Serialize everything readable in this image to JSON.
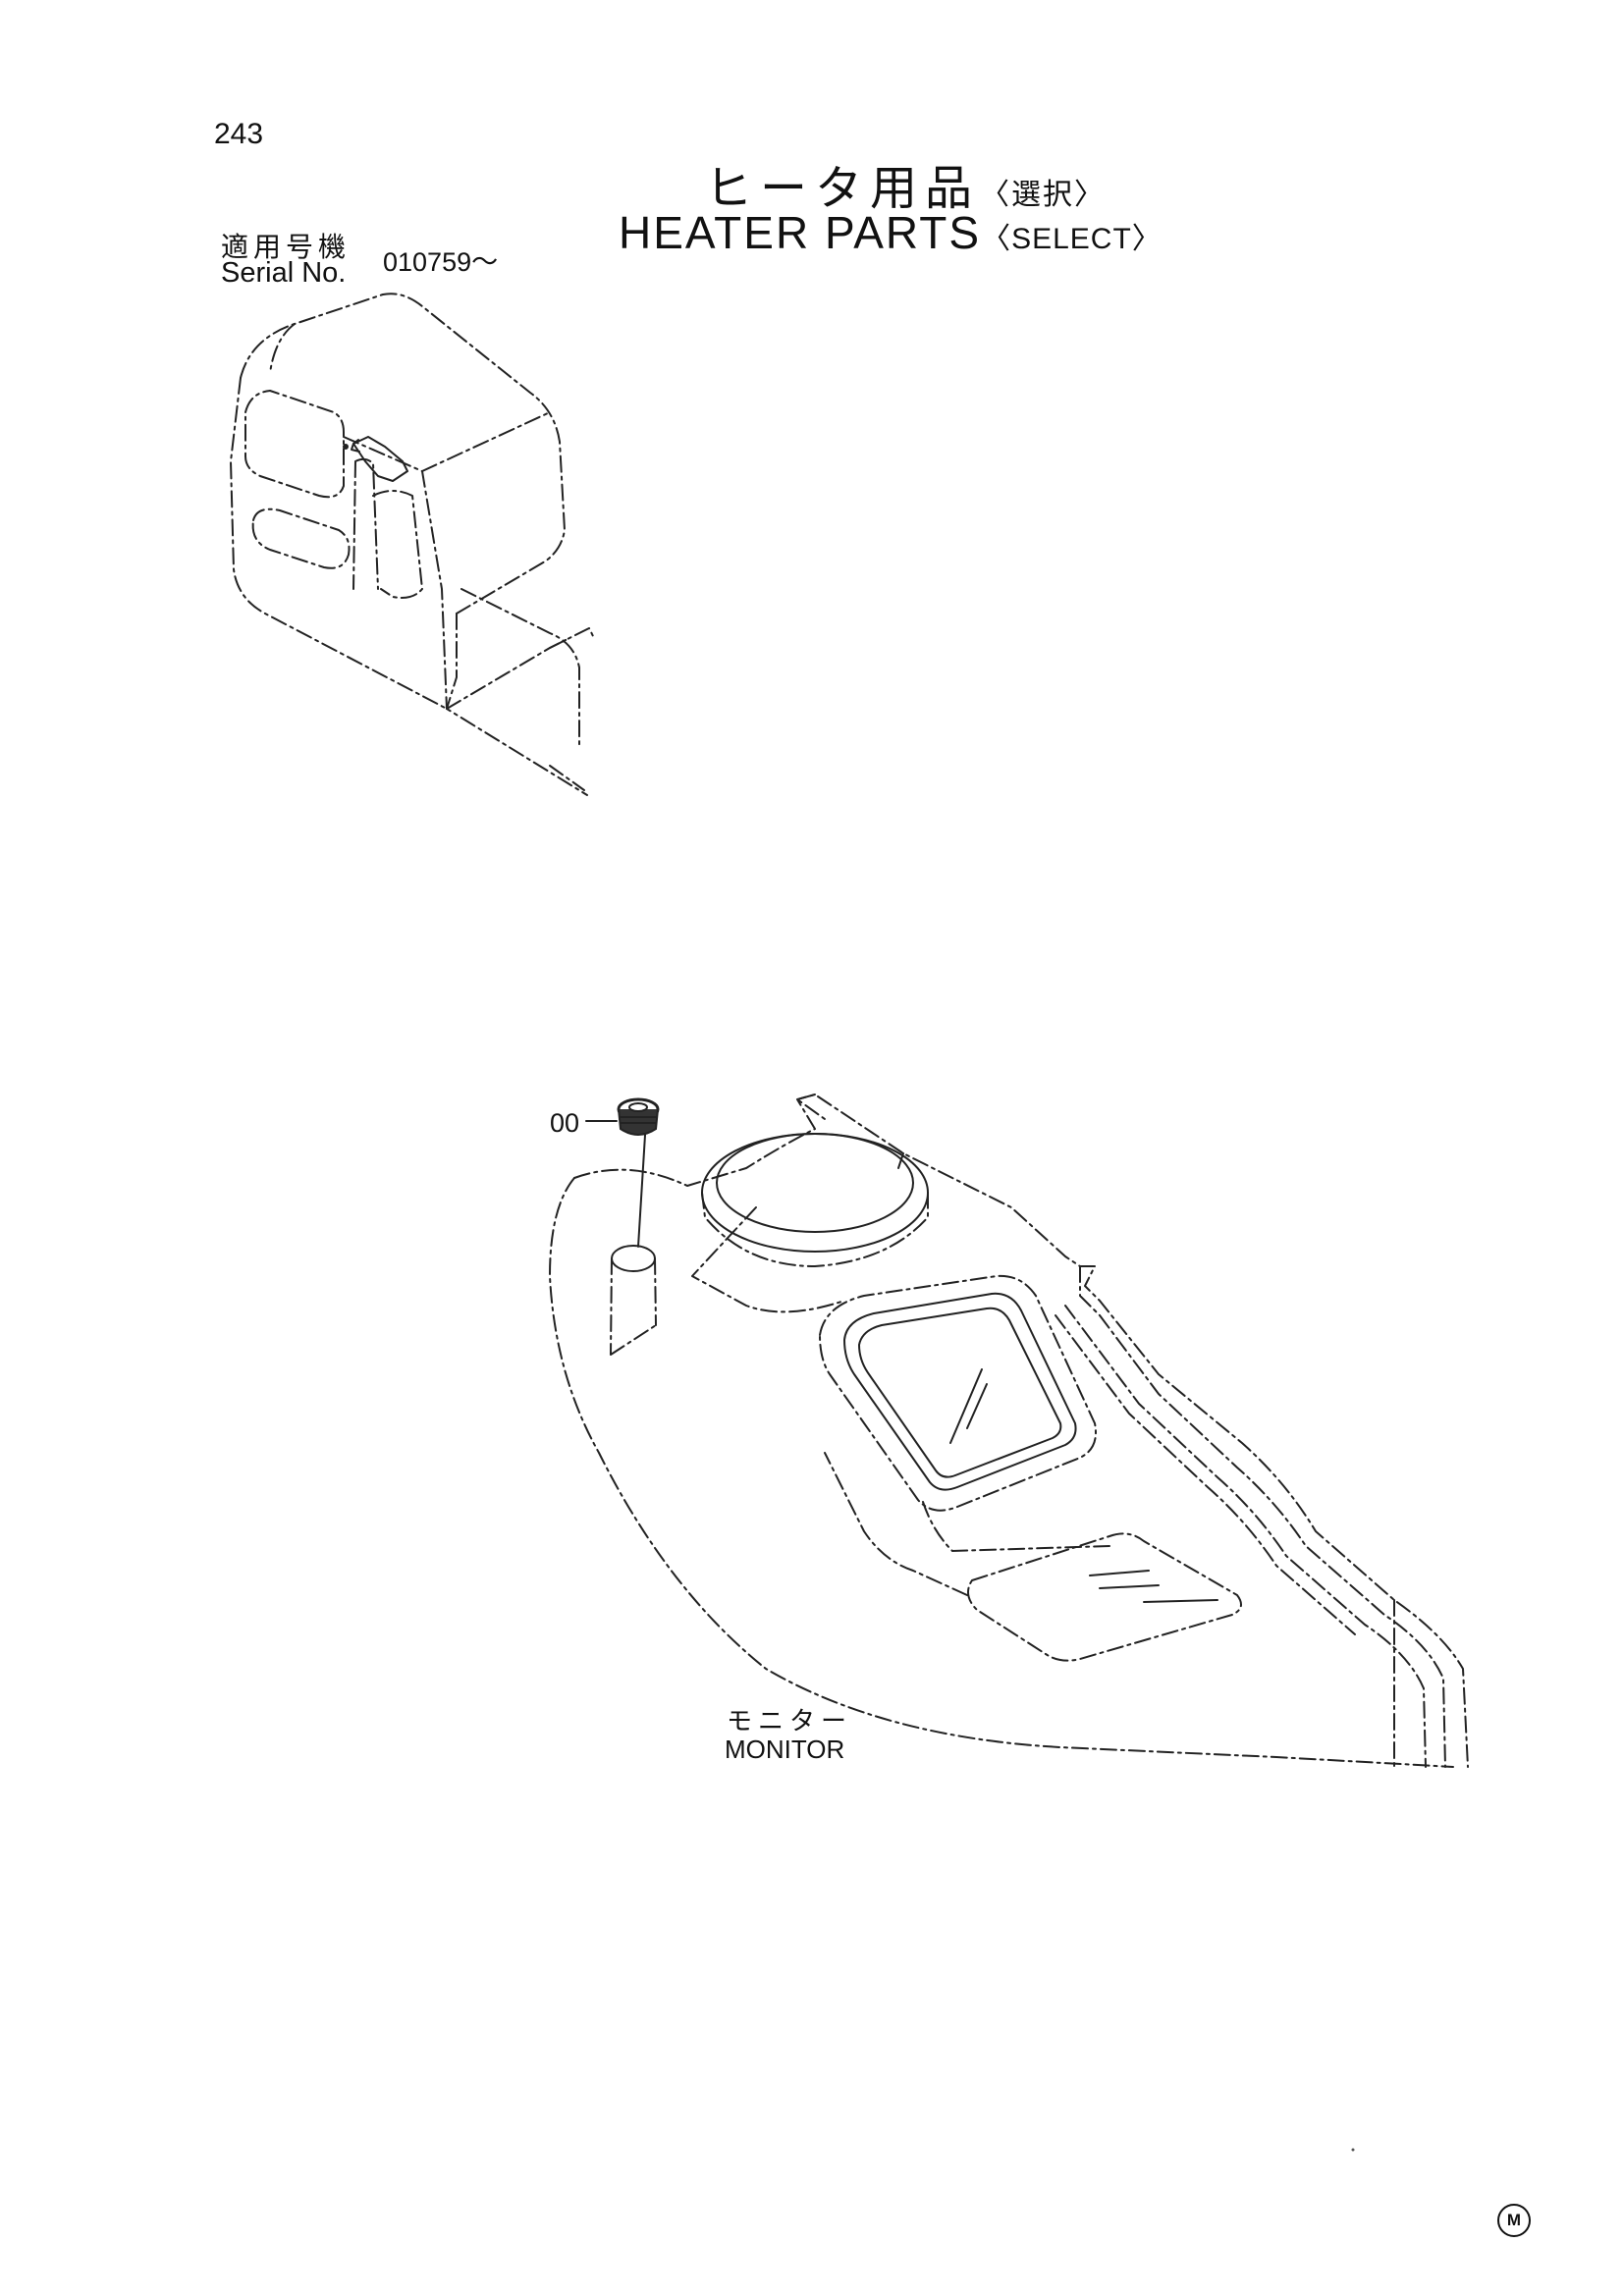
{
  "page": {
    "number": "243"
  },
  "title": {
    "japanese": "ヒータ用品",
    "japanese_qualifier": "〈選択〉",
    "english": "HEATER PARTS",
    "english_qualifier": "〈SELECT〉"
  },
  "serial": {
    "label_japanese": "適用号機",
    "label_english": "Serial No.",
    "value": "010759～"
  },
  "parts": [
    {
      "callout": "00"
    }
  ],
  "assembly": {
    "label_japanese": "モニター",
    "label_english": "MONITOR"
  },
  "mark": "M"
}
